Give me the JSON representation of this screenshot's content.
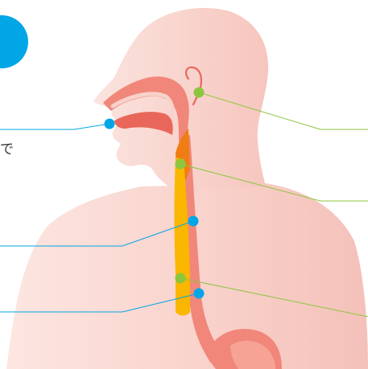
{
  "diagram": {
    "partial_text": "で",
    "colors": {
      "skin_light": "#fbe1dc",
      "skin_mid": "#f6c9c1",
      "tract": "#f0877a",
      "tract_dark": "#e9675a",
      "orange_segment": "#f07d14",
      "yellow_segment": "#fbb600",
      "blue_marker": "#00a6e6",
      "green_marker": "#8cc63f"
    },
    "markers": [
      {
        "name": "marker-mouth",
        "color": "blue"
      },
      {
        "name": "marker-ear",
        "color": "green"
      },
      {
        "name": "marker-throat",
        "color": "green"
      },
      {
        "name": "marker-mid-left",
        "color": "blue"
      },
      {
        "name": "marker-low-green",
        "color": "green"
      },
      {
        "name": "marker-low-blue",
        "color": "blue"
      }
    ]
  }
}
